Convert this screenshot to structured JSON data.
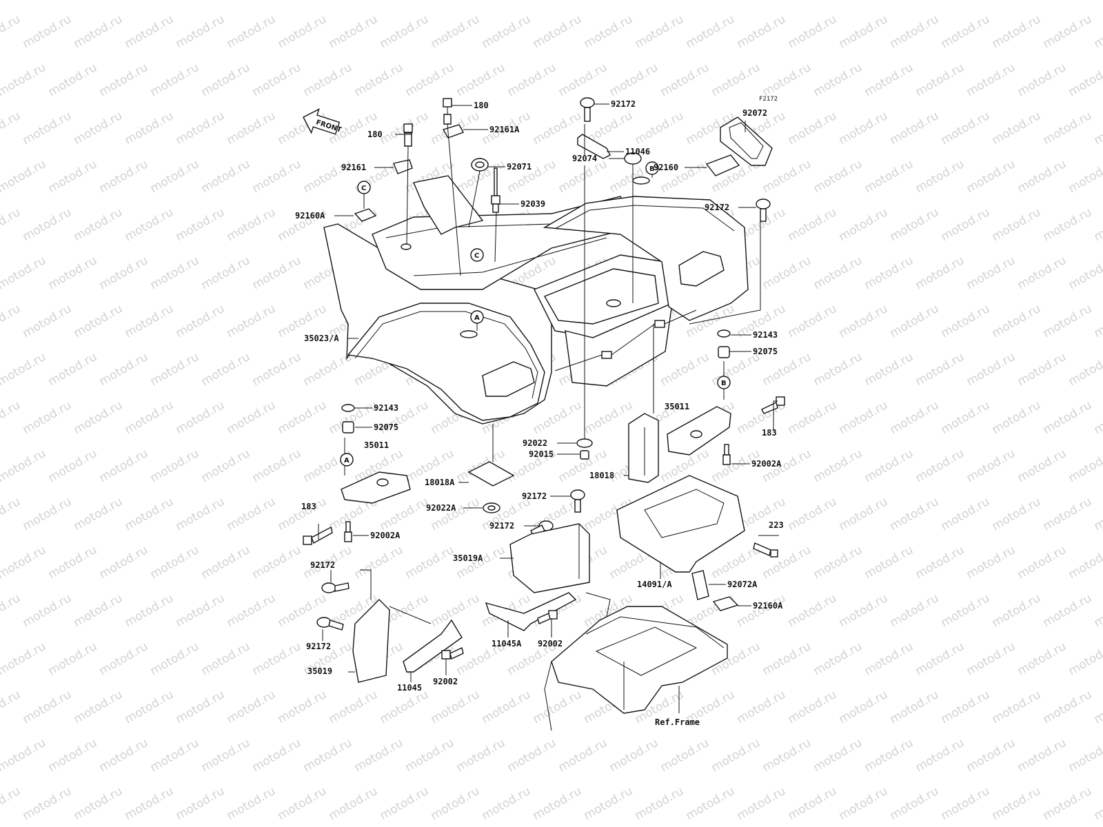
{
  "watermark": "motod.ru",
  "figure_code": "F2172",
  "front_label": "FRONT",
  "parts": {
    "p180_a": "180",
    "p180_b": "180",
    "p92161A": "92161A",
    "p92161": "92161",
    "p92071": "92071",
    "p92039": "92039",
    "p92160A_top": "92160A",
    "p92172_top": "92172",
    "p11046": "11046",
    "p92074": "92074",
    "p92072": "92072",
    "p92160": "92160",
    "p92172_right": "92172",
    "p35023A": "35023/A",
    "p92143_right": "92143",
    "p92075_right": "92075",
    "p35011_right": "35011",
    "p183_right": "183",
    "p92002A_right": "92002A",
    "p92022": "92022",
    "p92015": "92015",
    "p18018": "18018",
    "p92143_left": "92143",
    "p92075_left": "92075",
    "p35011_left": "35011",
    "p18018A": "18018A",
    "p92022A": "92022A",
    "p92172_mid": "92172",
    "p92172_mid2": "92172",
    "p183_left": "183",
    "p92002A_left": "92002A",
    "p35019A": "35019A",
    "p223": "223",
    "p14091A": "14091/A",
    "p92072A": "92072A",
    "p92160A_right": "92160A",
    "p92172_bl1": "92172",
    "p92172_bl2": "92172",
    "p35019": "35019",
    "p11045A": "11045A",
    "p92002_mid": "92002",
    "p11045": "11045",
    "p92002_low": "92002",
    "ref_frame": "Ref.Frame"
  },
  "ref_markers": {
    "a1": "A",
    "a2": "A",
    "b1": "B",
    "b2": "B",
    "c1": "C",
    "c2": "C"
  }
}
